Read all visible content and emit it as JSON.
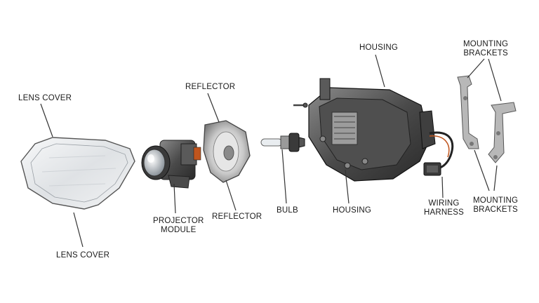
{
  "labels": {
    "lens_cover_top": "LENS COVER",
    "lens_cover_bottom": "LENS COVER",
    "reflector_top": "REFLECTOR",
    "reflector_bottom": "REFLECTOR",
    "projector_module": "PROJECTOR\nMODULE",
    "bulb": "BULB",
    "housing_top": "HOUSING",
    "housing_bottom": "HOUSING",
    "mounting_brackets_top": "MOUNTING\nBRACKETS",
    "mounting_brackets_bottom": "MOUNTING\nBRACKETS",
    "wiring_harness": "WIRING\nHARNESS"
  },
  "colors": {
    "line": "#333333",
    "metal_dark": "#3a3a3a",
    "metal_mid": "#6b6b6b",
    "metal_light": "#bdbdbd",
    "glass": "#eef0f2",
    "connector_orange": "#c0551e"
  }
}
